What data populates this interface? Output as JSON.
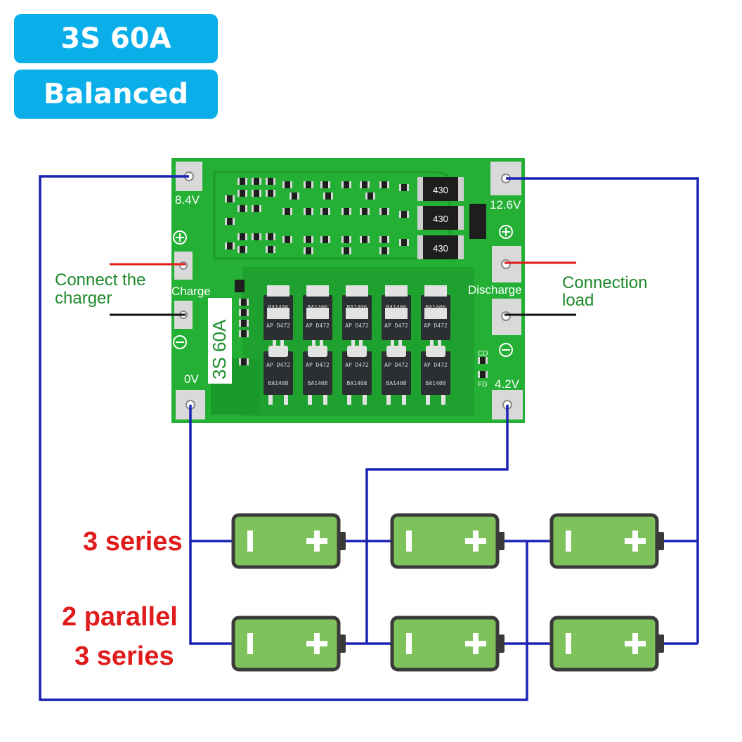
{
  "badges": {
    "spec": "3S 60A",
    "mode": "Balanced"
  },
  "labels": {
    "charger": [
      "Connect the",
      "charger"
    ],
    "load": [
      "Connection",
      "load"
    ],
    "three_series": "3 series",
    "two_parallel": [
      "2 parallel",
      "3 series"
    ]
  },
  "board": {
    "v84": "8.4V",
    "v126": "12.6V",
    "v0": "0V",
    "v42": "4.2V",
    "charge": "Charge",
    "discharge": "Discharge",
    "model": "3S 60A",
    "cd": "CD",
    "fd": "FD",
    "resistors": [
      "430",
      "430",
      "430"
    ],
    "mosfet_top": "BA1406",
    "mosfet_top_sub": "AP D472",
    "mosfet_bottom": "BA1408",
    "mosfet_bottom_sub": "AP D472"
  },
  "colors": {
    "badge": "#0aaee8",
    "wire": "#1a22b4",
    "pcb": "#23b034",
    "battery": "#7dc25b",
    "label_red": "#e01b1b",
    "label_green": "#1e8a2a"
  },
  "icons": {
    "plus": "plus-icon",
    "minus": "minus-icon"
  }
}
